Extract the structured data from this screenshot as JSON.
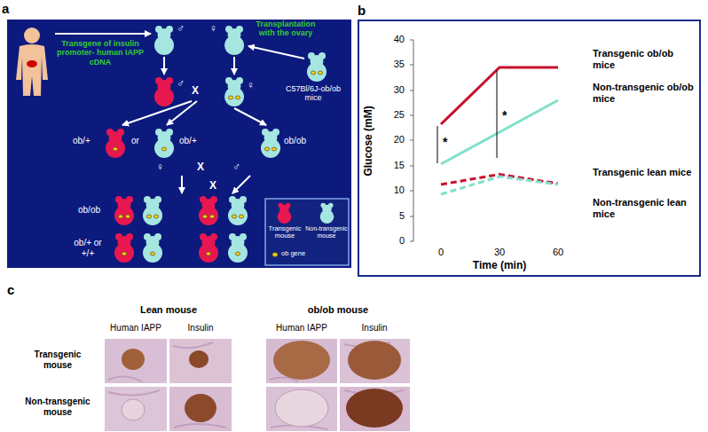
{
  "diagram": {
    "nodes": [
      {
        "text": [
          "a"
        ]
      },
      {
        "text": [
          "b"
        ]
      }
    ],
    "labels": [
      "Transgene of insulin promoter- human IAPP cDNA",
      "♂",
      "♀",
      "Transplantation with the ovary",
      "C57Bl/6J-ob/ob mice",
      "♂",
      "X",
      "♀",
      "ob/+",
      "or",
      "ob/+",
      "ob/ob",
      "♀",
      "X",
      "♂",
      "X",
      "ob/ob",
      "ob/+ or +/+",
      "40",
      "35",
      "30",
      "25",
      "20",
      "15",
      "10",
      "5",
      "0",
      "Glucose (mM)",
      "0",
      "30",
      "60",
      "Time (min)",
      "*",
      "*",
      "Transgenic ob/ob mice",
      "Non-transgenic ob/ob mice",
      "Transgenic lean mice",
      "Non-transgenic lean mice",
      "c",
      "Lean mouse",
      "ob/ob mouse",
      "Human IAPP",
      "Insulin",
      "Human IAPP",
      "Insulin",
      "Transgenic mouse",
      "Non-transgenic mouse"
    ],
    "legend": [
      {
        "text": "Transgenic mouse"
      },
      {
        "text": "Non-transgenic mouse"
      },
      {
        "text": "ob gene"
      }
    ]
  }
}
